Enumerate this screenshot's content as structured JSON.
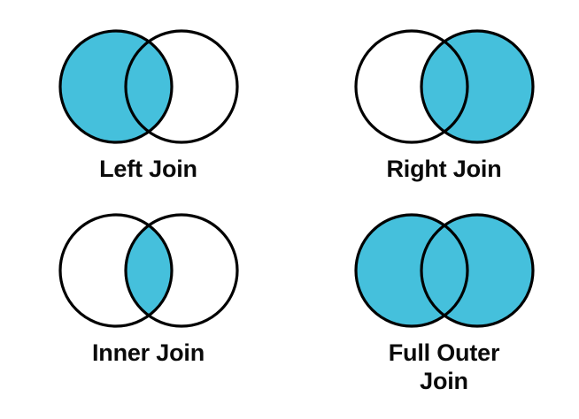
{
  "figure": {
    "background_color": "#ffffff",
    "fill_color": "#45c0dc",
    "stroke_color": "#000000",
    "label_color": "#0a0a0a"
  },
  "diagrams": [
    {
      "id": "left-join",
      "label": "Left Join",
      "shaded_regions": [
        "left-only",
        "intersection"
      ],
      "left_circle_filled": true,
      "right_circle_filled": false,
      "intersection_filled": true
    },
    {
      "id": "right-join",
      "label": "Right Join",
      "shaded_regions": [
        "right-only",
        "intersection"
      ],
      "left_circle_filled": false,
      "right_circle_filled": true,
      "intersection_filled": true
    },
    {
      "id": "inner-join",
      "label": "Inner Join",
      "shaded_regions": [
        "intersection"
      ],
      "left_circle_filled": false,
      "right_circle_filled": false,
      "intersection_filled": true
    },
    {
      "id": "full-outer-join",
      "label": "Full Outer\nJoin",
      "shaded_regions": [
        "left-only",
        "intersection",
        "right-only"
      ],
      "left_circle_filled": true,
      "right_circle_filled": true,
      "intersection_filled": true
    }
  ]
}
